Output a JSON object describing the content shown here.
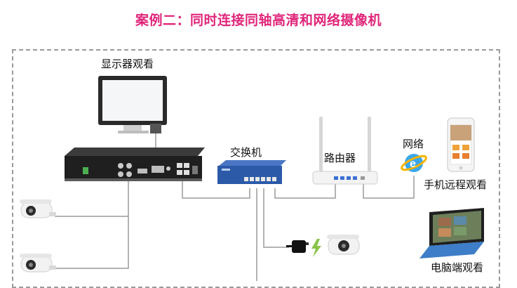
{
  "title": "案例二：同时连接同轴高清和网络摄像机",
  "labels": {
    "monitor": "显示器观看",
    "switch": "交换机",
    "router": "路由器",
    "network": "网络",
    "phone": "手机远程观看",
    "pc": "电脑端观看"
  },
  "colors": {
    "title": "#e0267a",
    "line": "#9a9a9a",
    "switch_body": "#2c5aa8",
    "dashed_frame": "#9a9a9a"
  },
  "icons": [
    "monitor-icon",
    "dvr-icon",
    "switch-icon",
    "router-icon",
    "ie-globe-icon",
    "smartphone-icon",
    "tablet-pc-icon",
    "bullet-camera-icon",
    "power-adapter-icon",
    "lightning-icon"
  ]
}
